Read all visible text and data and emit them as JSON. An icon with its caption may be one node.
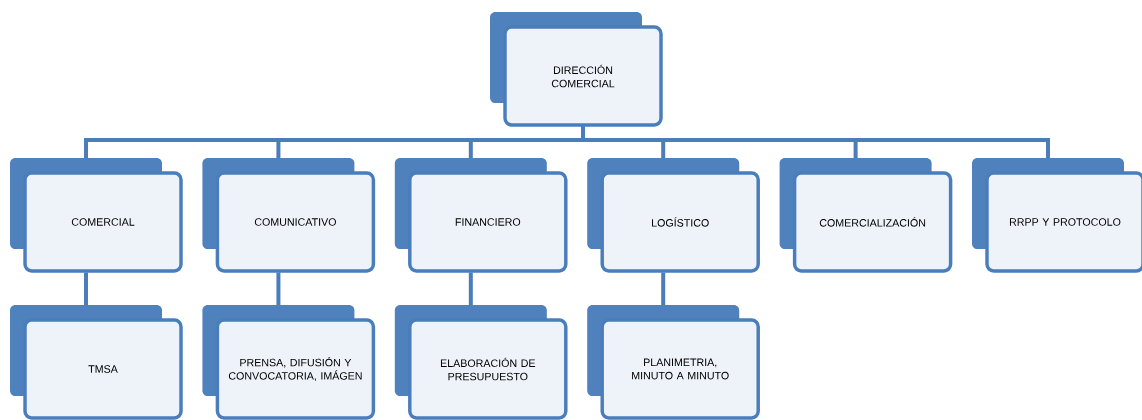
{
  "diagram": {
    "nodes": [
      {
        "text": [
          "DIRECCIÓN COMERCIAL"
        ]
      },
      {
        "text": [
          "COMERCIAL"
        ]
      },
      {
        "text": [
          "COMUNICATIVO"
        ]
      },
      {
        "text": [
          "FINANCIERO"
        ]
      },
      {
        "text": [
          "LOGÍSTICO"
        ]
      },
      {
        "text": [
          "COMERCIALIZACIÓN"
        ]
      },
      {
        "text": [
          "RRPP Y PROTOCOLO"
        ]
      },
      {
        "text": [
          "TMSA"
        ]
      },
      {
        "text": [
          "PRENSA, DIFUSIÓN Y CONVOCATORIA, IMÁGEN"
        ]
      },
      {
        "text": [
          "ELABORACIÓN DE PRESUPUESTO"
        ]
      },
      {
        "text": [
          "PLANIMETRIA, MINUTO A MINUTO"
        ]
      }
    ],
    "edges": [
      {
        "from": 0,
        "to": 1,
        "arrow": "none"
      },
      {
        "from": 0,
        "to": 2,
        "arrow": "none"
      },
      {
        "from": 0,
        "to": 3,
        "arrow": "none"
      },
      {
        "from": 0,
        "to": 4,
        "arrow": "none"
      },
      {
        "from": 0,
        "to": 5,
        "arrow": "none"
      },
      {
        "from": 0,
        "to": 6,
        "arrow": "none"
      },
      {
        "from": 1,
        "to": 7,
        "arrow": "none"
      },
      {
        "from": 2,
        "to": 8,
        "arrow": "none"
      },
      {
        "from": 3,
        "to": 9,
        "arrow": "none"
      },
      {
        "from": 4,
        "to": 10,
        "arrow": "none"
      }
    ]
  }
}
